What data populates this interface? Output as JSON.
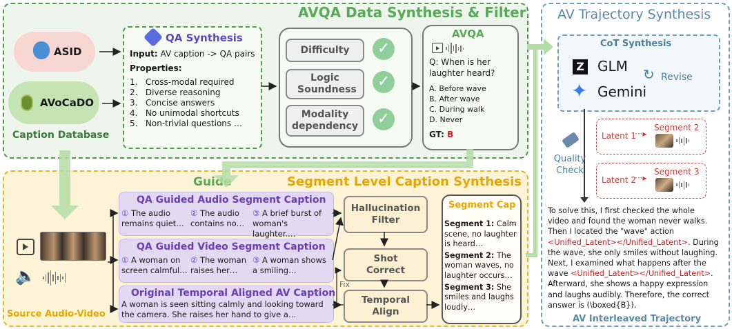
{
  "sections": {
    "data_synthesis_title": "AVQA Data Synthesis & Filter",
    "trajectory_title": "AV Trajectory Synthesis",
    "guide_label": "Guide",
    "segment_title": "Segment Level Caption Synthesis"
  },
  "database": {
    "asid": "ASID",
    "avocado": "AVoCaDO",
    "label": "Caption Database"
  },
  "qa_synthesis": {
    "title": "QA Synthesis",
    "input_label": "Input:",
    "input_text": "AV caption -> QA pairs",
    "properties_label": "Properties:",
    "properties": [
      "1.   Cross-modal required",
      "2.   Diverse reasoning",
      "3.   Concise answers",
      "4.   No unimodal shortcuts",
      "5.   Non-trivial questions …"
    ]
  },
  "filters": {
    "difficulty": "Difficulty",
    "logic": "Logic Soundness",
    "modality": "Modality dependency"
  },
  "avqa": {
    "title": "AVQA",
    "question": "Q: When is her laughter heard?",
    "options": [
      "A. Before wave",
      "B. After wave",
      "C. During walk",
      "D. Never"
    ],
    "gt_label": "GT:",
    "gt_value": "B"
  },
  "cot": {
    "title": "CoT Synthesis",
    "glm": "GLM",
    "gemini": "Gemini",
    "revise": "Revise",
    "quality_check": "Quality Check",
    "latent1": "Latent 1",
    "latent2": "Latent 2",
    "segment2": "Segment 2",
    "segment3": "Segment 3"
  },
  "trajectory": {
    "text_lines": [
      "To solve this, I first checked the whole",
      "video and found the woman never walks.",
      "Then I located the \"wave\" action"
    ],
    "latent_tag": "<Unified_Latent></Unified_Latent>",
    "line_during": ". During",
    "line_wave_only": "the wave, she only smiles without laughing.",
    "line_next": "Next, I examined what happens after the",
    "line_wave_prefix": "wave ",
    "line_after_tag": ".",
    "line_afterward": "Afterward, she shows a happy expression",
    "line_laughs": "and laughs audibly. Therefore, the correct",
    "line_answer": "answer is (\\boxed{B}).",
    "footer": "AV Interleaved Trajectory"
  },
  "captions": {
    "audio": {
      "title": "QA Guided Audio Segment Caption",
      "items": [
        {
          "num": "①",
          "text": "The audio remains quiet…"
        },
        {
          "num": "②",
          "text": "The audio contains no…"
        },
        {
          "num": "③",
          "text": "A brief burst of woman's laughter.…"
        }
      ]
    },
    "video": {
      "title": "QA Guided Video Segment Caption",
      "items": [
        {
          "num": "①",
          "text": "A woman on screen calmful…"
        },
        {
          "num": "②",
          "text": "The woman raises her…"
        },
        {
          "num": "③",
          "text": "A woman shows a smiling…"
        }
      ]
    },
    "original": {
      "title": "Original Temporal Aligned AV Caption",
      "text": "A woman is seen sitting calmly and looking toward the camera. She raises her hand to give a…"
    }
  },
  "source_label": "Source Audio-Video",
  "processing": {
    "hallucination": "Hallucination Filter",
    "shot": "Shot Correct",
    "temporal": "Temporal Align",
    "fix": "Fix"
  },
  "segment_cap": {
    "title": "Segment Cap",
    "segments": [
      {
        "label": "Segment 1:",
        "text": " Calm scene, no laughter is heard…"
      },
      {
        "label": "Segment 2:",
        "text": " The woman waves, no laughter occurs…"
      },
      {
        "label": "Segment 3:",
        "text": " She smiles and laughs loudly…"
      }
    ]
  },
  "colors": {
    "green_panel": "#eef5ec",
    "green_border": "#4f9a4a",
    "green_title": "#5aa85a",
    "yellow_panel": "#fdf3d6",
    "yellow_border": "#e6b422",
    "yellow_title": "#e6a800",
    "blue_border": "#6f9db3",
    "purple_title": "#6a3fb5",
    "red": "#d22020"
  }
}
